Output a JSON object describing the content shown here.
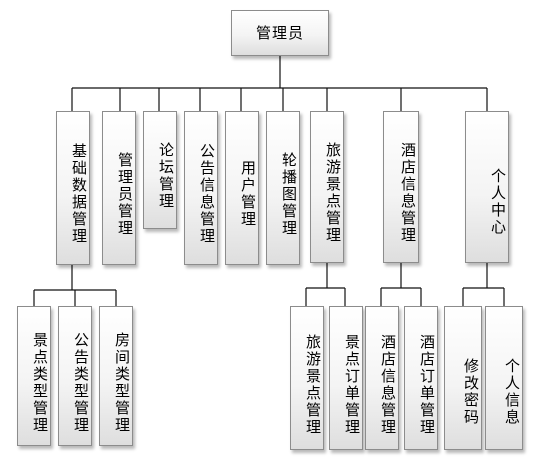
{
  "root": {
    "label": "管理员"
  },
  "modules": [
    {
      "label": "基础数据管理"
    },
    {
      "label": "管理员管理"
    },
    {
      "label": "论坛管理"
    },
    {
      "label": "公告信息管理"
    },
    {
      "label": "用户管理"
    },
    {
      "label": "轮播图管理"
    },
    {
      "label": "旅游景点管理"
    },
    {
      "label": "酒店信息管理"
    },
    {
      "label": "个人中心"
    }
  ],
  "submodules": {
    "basic_data": [
      {
        "label": "景点类型管理"
      },
      {
        "label": "公告类型管理"
      },
      {
        "label": "房间类型管理"
      }
    ],
    "scenic": [
      {
        "label": "旅游景点管理"
      },
      {
        "label": "景点订单管理"
      }
    ],
    "hotel": [
      {
        "label": "酒店信息管理"
      },
      {
        "label": "酒店订单管理"
      }
    ],
    "personal": [
      {
        "label": "修改密码"
      },
      {
        "label": "个人信息"
      }
    ]
  }
}
